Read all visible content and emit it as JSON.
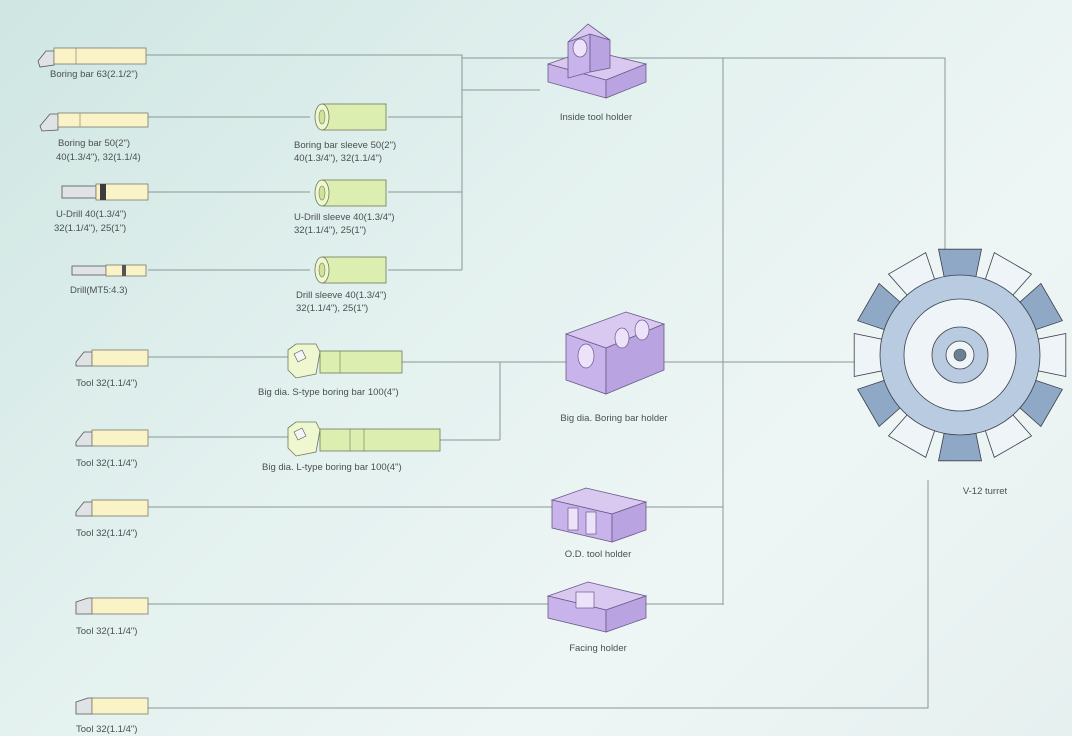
{
  "tools": [
    {
      "id": "t1",
      "label": [
        "Boring bar 63(2.1/2\")"
      ]
    },
    {
      "id": "t2",
      "label": [
        "Boring bar 50(2\")",
        "40(1.3/4\"), 32(1.1/4)"
      ]
    },
    {
      "id": "t3",
      "label": [
        "U-Drill 40(1.3/4\")",
        "32(1.1/4\"), 25(1\")"
      ]
    },
    {
      "id": "t4",
      "label": [
        "Drill(MT5:4.3)"
      ]
    },
    {
      "id": "t5",
      "label": [
        "Tool 32(1.1/4\")"
      ]
    },
    {
      "id": "t6",
      "label": [
        "Tool 32(1.1/4\")"
      ]
    },
    {
      "id": "t7",
      "label": [
        "Tool 32(1.1/4\")"
      ]
    },
    {
      "id": "t8",
      "label": [
        "Tool 32(1.1/4\")"
      ]
    },
    {
      "id": "t9",
      "label": [
        "Tool 32(1.1/4\")"
      ]
    }
  ],
  "sleeves": [
    {
      "id": "s1",
      "label": [
        "Boring bar sleeve 50(2\")",
        "40(1.3/4\"), 32(1.1/4\")"
      ]
    },
    {
      "id": "s2",
      "label": [
        "U-Drill sleeve 40(1.3/4\")",
        "32(1.1/4\"), 25(1\")"
      ]
    },
    {
      "id": "s3",
      "label": [
        "Drill sleeve 40(1.3/4\")",
        "32(1.1/4\"), 25(1\")"
      ]
    },
    {
      "id": "b1",
      "label": [
        "Big dia. S-type boring bar 100(4\")"
      ]
    },
    {
      "id": "b2",
      "label": [
        "Big dia. L-type boring bar 100(4\")"
      ]
    }
  ],
  "holders": [
    {
      "id": "h1",
      "label": "Inside tool holder"
    },
    {
      "id": "h2",
      "label": "Big dia. Boring bar holder"
    },
    {
      "id": "h3",
      "label": "O.D. tool holder"
    },
    {
      "id": "h4",
      "label": "Facing holder"
    }
  ],
  "turret": {
    "label": "V-12 turret"
  }
}
